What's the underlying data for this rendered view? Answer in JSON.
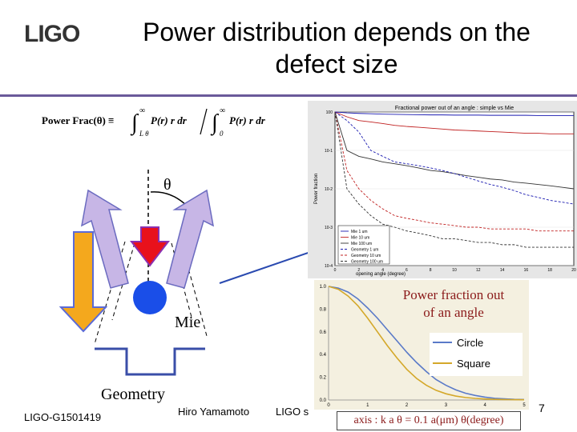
{
  "header": {
    "logo": "LIGO",
    "title_line1": "Power distribution depends on the",
    "title_line2": "defect size"
  },
  "formula": {
    "lhs": "Power Frac(θ) ≡",
    "num_integral": "∫",
    "num_upper": "∞",
    "num_lower": "L θ",
    "num_body": "P(r) r dr",
    "den_integral": "∫",
    "den_upper": "∞",
    "den_lower": "0",
    "den_body": "P(r) r dr"
  },
  "diagram": {
    "theta": "θ",
    "mie": "Mie",
    "geometry": "Geometry"
  },
  "top_chart": {
    "title": "Fractional power out of an angle : simple vs Mie",
    "ylabel": "Power fraction",
    "xlabel": "opening angle (degree)",
    "legend": [
      "Mie 1 um",
      "Mie 10 um",
      "Mie 100 um",
      "Geometry 1 um",
      "Geometry 10 um",
      "Geometry 100 um"
    ]
  },
  "bottom_chart": {
    "label_line1": "Power fraction out",
    "label_line2": "of an angle",
    "axis_note": "axis : k a θ = 0.1 a(μm) θ(degree)",
    "legend": [
      "Circle",
      "Square"
    ]
  },
  "footer": {
    "doc_id": "LIGO-G1501419",
    "author": "Hiro Yamamoto",
    "mid": "LIGO s",
    "page": "7"
  },
  "chart_data": [
    {
      "type": "line",
      "title": "Fractional power out of an angle : simple vs Mie",
      "xlabel": "opening angle (degree)",
      "ylabel": "Power fraction",
      "x": [
        0,
        1,
        2,
        3,
        4,
        5,
        6,
        7,
        8,
        9,
        10,
        11,
        12,
        13,
        14,
        15,
        16,
        17,
        18,
        19,
        20
      ],
      "xlim": [
        0,
        20
      ],
      "yscale": "log",
      "ylim": [
        0.0001,
        1
      ],
      "series": [
        {
          "name": "Mie 1 um",
          "color": "#1a1ab0",
          "style": "solid",
          "values": [
            1,
            0.95,
            0.92,
            0.9,
            0.88,
            0.87,
            0.86,
            0.85,
            0.84,
            0.84,
            0.83,
            0.83,
            0.83,
            0.82,
            0.82,
            0.82,
            0.82,
            0.81,
            0.81,
            0.81,
            0.81
          ]
        },
        {
          "name": "Mie 10 um",
          "color": "#c02020",
          "style": "solid",
          "values": [
            1,
            0.75,
            0.6,
            0.55,
            0.5,
            0.45,
            0.42,
            0.4,
            0.38,
            0.36,
            0.34,
            0.33,
            0.32,
            0.31,
            0.3,
            0.29,
            0.28,
            0.28,
            0.27,
            0.27,
            0.27
          ]
        },
        {
          "name": "Mie 100 um",
          "color": "#333333",
          "style": "solid",
          "values": [
            1,
            0.1,
            0.07,
            0.06,
            0.05,
            0.045,
            0.04,
            0.035,
            0.03,
            0.028,
            0.025,
            0.022,
            0.02,
            0.018,
            0.017,
            0.015,
            0.014,
            0.013,
            0.012,
            0.011,
            0.01
          ]
        },
        {
          "name": "Geometry 1 um",
          "color": "#1a1ab0",
          "style": "dash",
          "values": [
            1,
            0.6,
            0.3,
            0.1,
            0.07,
            0.05,
            0.045,
            0.04,
            0.035,
            0.03,
            0.025,
            0.02,
            0.016,
            0.013,
            0.011,
            0.009,
            0.007,
            0.006,
            0.005,
            0.0045,
            0.004
          ]
        },
        {
          "name": "Geometry 10 um",
          "color": "#c02020",
          "style": "dash",
          "values": [
            1,
            0.03,
            0.01,
            0.005,
            0.003,
            0.002,
            0.0017,
            0.0015,
            0.0013,
            0.0012,
            0.0011,
            0.001,
            0.001,
            0.0009,
            0.0009,
            0.0009,
            0.0009,
            0.0008,
            0.0008,
            0.0008,
            0.0008
          ]
        },
        {
          "name": "Geometry 100 um",
          "color": "#333333",
          "style": "dash",
          "values": [
            1,
            0.01,
            0.004,
            0.002,
            0.0012,
            0.001,
            0.0008,
            0.0007,
            0.0006,
            0.0005,
            0.0005,
            0.00045,
            0.0004,
            0.0004,
            0.00035,
            0.00035,
            0.0003,
            0.0003,
            0.0003,
            0.0003,
            0.0003
          ]
        }
      ]
    },
    {
      "type": "line",
      "title": "",
      "xlabel": "",
      "ylabel": "",
      "x": [
        0,
        0.25,
        0.5,
        0.75,
        1,
        1.25,
        1.5,
        1.75,
        2,
        2.25,
        2.5,
        2.75,
        3,
        3.25,
        3.5,
        3.75,
        4,
        4.25,
        4.5,
        4.75,
        5
      ],
      "xlim": [
        0,
        5
      ],
      "ylim": [
        0,
        1.0
      ],
      "yticks": [
        0,
        0.2,
        0.4,
        0.6,
        0.8,
        1.0
      ],
      "xticks": [
        0,
        1,
        2,
        3,
        4,
        5
      ],
      "series": [
        {
          "name": "Circle",
          "color": "#5a7ac8",
          "values": [
            1.0,
            0.985,
            0.95,
            0.89,
            0.81,
            0.72,
            0.62,
            0.52,
            0.42,
            0.33,
            0.25,
            0.18,
            0.13,
            0.09,
            0.06,
            0.04,
            0.025,
            0.015,
            0.01,
            0.006,
            0.004
          ]
        },
        {
          "name": "Square",
          "color": "#d4a82a",
          "values": [
            1.0,
            0.975,
            0.915,
            0.83,
            0.72,
            0.6,
            0.48,
            0.37,
            0.27,
            0.19,
            0.13,
            0.085,
            0.055,
            0.035,
            0.022,
            0.014,
            0.009,
            0.006,
            0.004,
            0.003,
            0.002
          ]
        }
      ]
    }
  ]
}
